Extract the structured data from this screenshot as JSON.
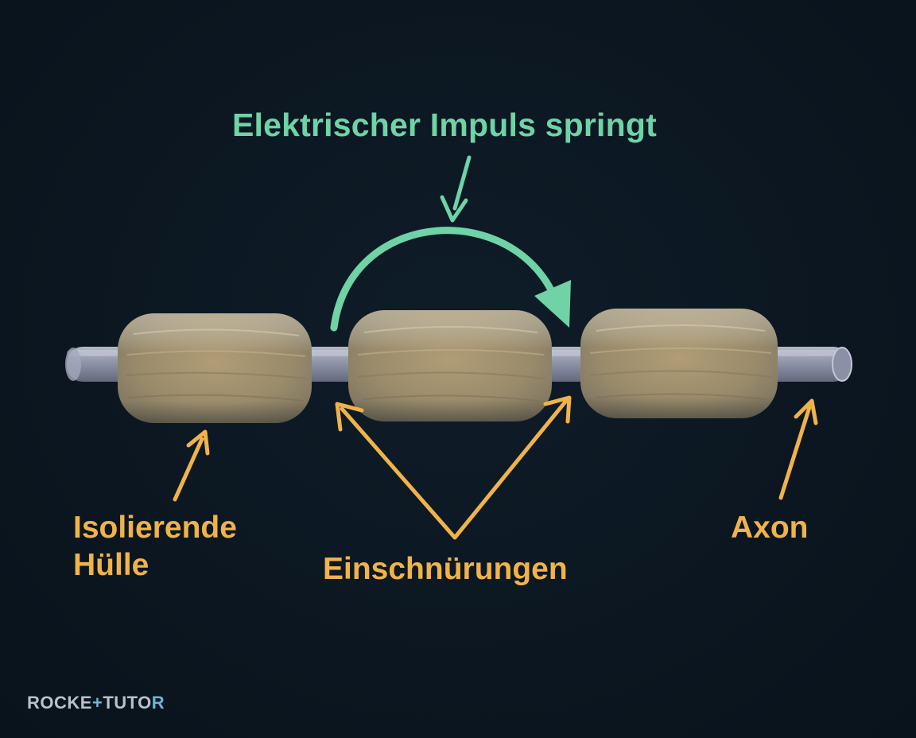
{
  "colors": {
    "background": "#0b1620",
    "teal": "#6fd3a6",
    "orange": "#f0b34a",
    "sheath": "#a89a7a",
    "axon": "#9ea3b8",
    "logo_text": "#b9c2cc",
    "logo_accent": "#6fb4d9"
  },
  "labels": {
    "impulse": "Elektrischer Impuls springt",
    "sheath_line1": "Isolierende",
    "sheath_line2": "Hülle",
    "nodes": "Einschnürungen",
    "axon": "Axon"
  },
  "logo": {
    "part1": "ROCKE",
    "plus": "+",
    "part2": "TUTO",
    "part3": "R"
  },
  "icons": {
    "impulse_arrow": "curved-arrow-icon",
    "pointer_arrows": "arrow-icon"
  }
}
